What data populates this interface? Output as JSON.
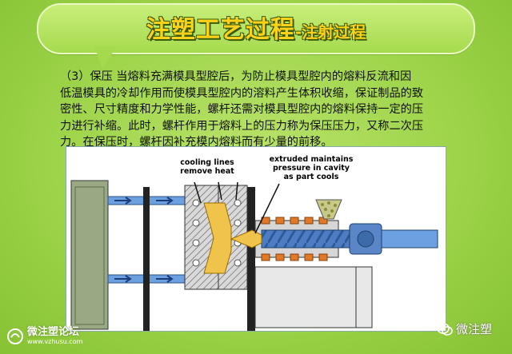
{
  "title": {
    "main": "注塑工艺过程",
    "sub": "-注射过程"
  },
  "body": {
    "paragraph": [
      "（3）保压  当熔料充满模具型腔后，为防止模具型腔内的熔料反流和因",
      "低温模具的冷却作用而使模具型腔内的溶料产生体积收缩，保证制品的致",
      "密性、尺寸精度和力学性能，螺杆还需对模具型腔内的熔料保持一定的压",
      "力进行补缩。此时，螺杆作用于熔料上的压力称为保压压力，又称二次压",
      "力。在保压时，螺杆因补充模内熔料而有少量的前移。"
    ]
  },
  "diagram": {
    "cooling_label": [
      "cooling lines",
      "remove heat"
    ],
    "pressure_label": [
      "extruded maintains",
      "pressure in cavity",
      "as part cools"
    ]
  },
  "footer": {
    "logo_name": "微注塑论坛",
    "logo_url": "www.vzhusu.com",
    "wechat_label": "微注塑"
  },
  "colors": {
    "background": "#9ed44a",
    "title": "#ffd21a",
    "heater": "#e07a28",
    "mold": "#f0c34a",
    "barrel": "#5a86c8"
  }
}
